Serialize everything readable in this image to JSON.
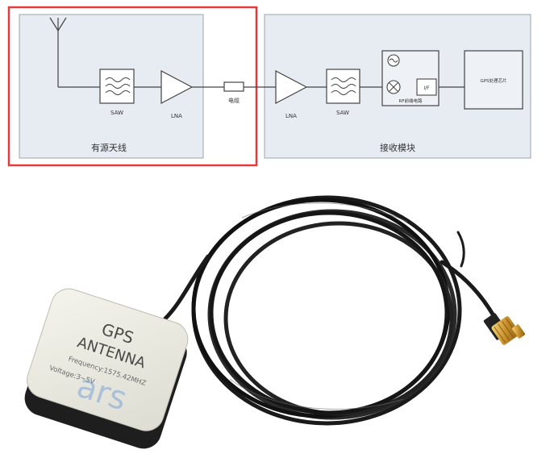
{
  "diagram": {
    "antenna_box_label": "有源天线",
    "receiver_box_label": "接收模块",
    "saw1_label": "SAW",
    "lna1_label": "LNA",
    "cable_label": "电缆",
    "lna2_label": "LNA",
    "saw2_label": "SAW",
    "mixer_block_label": "RF前端电路",
    "if_label": "I/F",
    "gps_processor_label": "GPS处理芯片",
    "highlight_color": "#e23b3b",
    "box_fill": "#e6ecf2"
  },
  "photo": {
    "antenna_line1": "GPS",
    "antenna_line2": "ANTENNA",
    "frequency_text": "Frequency:1575.42MHZ",
    "voltage_text": "Voltage:3~5V",
    "watermark_text": "ars"
  }
}
